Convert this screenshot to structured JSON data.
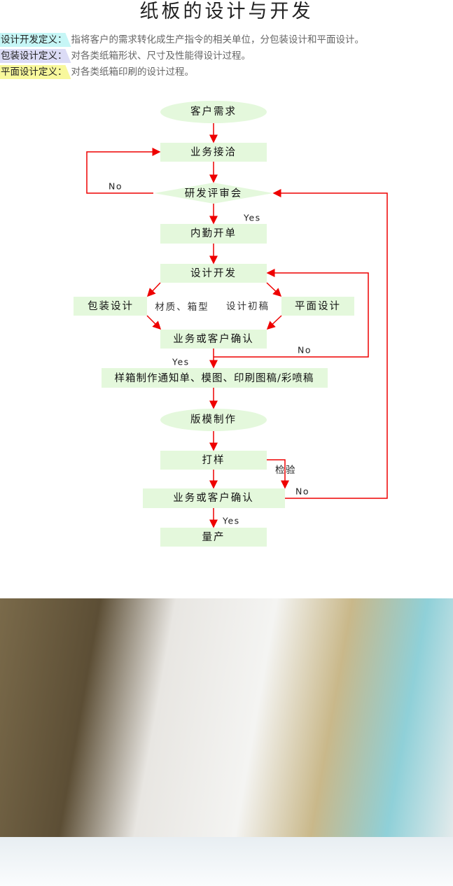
{
  "title": "纸板的设计与开发",
  "definitions": [
    {
      "label": "设计开发定义：",
      "text": "指将客户的需求转化成生产指令的相关单位，分包装设计和平面设计。",
      "color": "#c6f6f6"
    },
    {
      "label": "包装设计定义：",
      "text": "对各类纸箱形状、尺寸及性能得设计过程。",
      "color": "#dcdcf6"
    },
    {
      "label": "平面设计定义：",
      "text": "对各类纸箱印刷的设计过程。",
      "color": "#f8f89c"
    }
  ],
  "flow": {
    "start": "客户需求",
    "contact": "业务接洽",
    "review": "研发评审会",
    "order": "内勤开单",
    "dev": "设计开发",
    "pack": "包装设计",
    "graphic": "平面设计",
    "material": "材质、箱型",
    "draft": "设计初稿",
    "confirm1": "业务或客户确认",
    "sample_notice": "样箱制作通知单、模图、印刷图稿/彩喷稿",
    "die": "版模制作",
    "proof": "打样",
    "inspect": "检验",
    "confirm2": "业务或客户确认",
    "mass": "量产",
    "yes": "Yes",
    "no": "No"
  },
  "colors": {
    "box": "#e4f8dc",
    "arrow": "#ee0000"
  }
}
